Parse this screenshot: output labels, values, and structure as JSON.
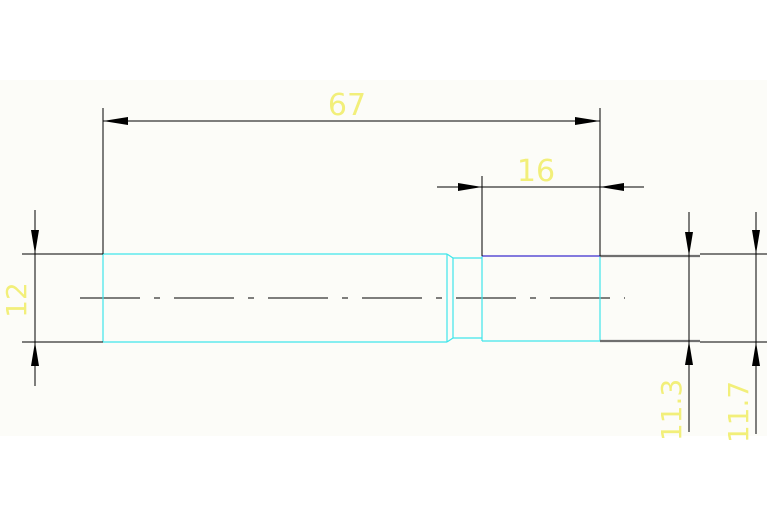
{
  "drawing": {
    "dimensions": {
      "overall_length": "67",
      "end_length": "16",
      "diameter_left": "12",
      "diameter_right_inner": "11.3",
      "diameter_right_outer": "11.7"
    }
  },
  "colors": {
    "canvas": "#fcfcf8",
    "dimension_line": "#000000",
    "dimension_text": "#f2ef7a",
    "part_outline": "#3fe6ea",
    "top_edge_accent": "#5b4fd6",
    "outer_edge": "#6f6f6f"
  }
}
